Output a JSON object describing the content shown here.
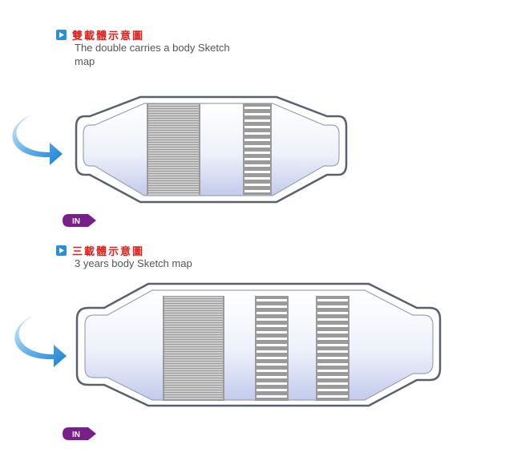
{
  "sections": [
    {
      "title": "雙載體示意圖",
      "subtitle": "The double carries a body Sketch map",
      "badge": "IN"
    },
    {
      "title": "三載體示意圖",
      "subtitle": "3 years body Sketch map",
      "badge": "IN"
    }
  ],
  "colors": {
    "title": "#e0201b",
    "icon": "#2a8fd6",
    "arrow": "#2f8fd8",
    "shell_stroke": "#5a6070",
    "badge": "#7a1e8c"
  }
}
